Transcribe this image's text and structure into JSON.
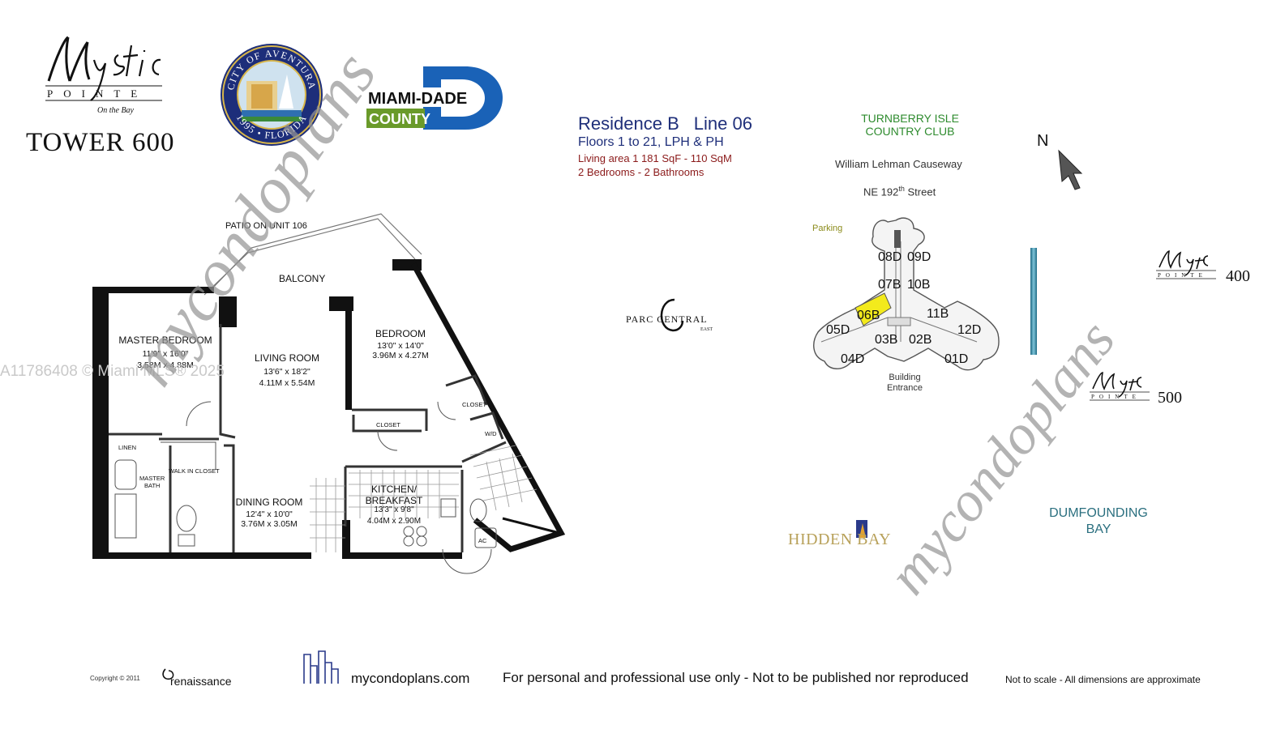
{
  "header": {
    "brand_logo": "Mystic Pointe on the Bay",
    "tower": "TOWER 600",
    "seal_top": "CITY OF AVENTURA",
    "seal_bottom": "1995 • FLORIDA",
    "county_line1": "MIAMI-DADE",
    "county_line2": "COUNTY"
  },
  "residence": {
    "title_a": "Residence B",
    "title_b": "Line 06",
    "floors": "Floors 1 to 21, LPH & PH",
    "area": "Living area  1 181 SqF - 110 SqM",
    "rooms": "2 Bedrooms - 2 Bathrooms"
  },
  "floor_plan": {
    "patio": "PATIO ON UNIT 106",
    "balcony": "BALCONY",
    "master_bedroom": {
      "name": "MASTER BEDROOM",
      "imperial": "11'9\" x 16'0\"",
      "metric": "3.58M x 4.88M"
    },
    "living_room": {
      "name": "LIVING ROOM",
      "imperial": "13'6\" x 18'2\"",
      "metric": "4.11M x 5.54M"
    },
    "bedroom": {
      "name": "BEDROOM",
      "imperial": "13'0\" x 14'0\"",
      "metric": "3.96M x 4.27M"
    },
    "dining_room": {
      "name": "DINING ROOM",
      "imperial": "12'4\" x 10'0\"",
      "metric": "3.76M x 3.05M"
    },
    "kitchen": {
      "name1": "KITCHEN/",
      "name2": "BREAKFAST",
      "imperial": "13'3\" x 9'8\"",
      "metric": "4.04M x 2.90M"
    },
    "closet": "CLOSET",
    "closet2": "CLOSET",
    "wd": "W/D",
    "linen": "LINEN",
    "walk_in": "WALK IN CLOSET",
    "master_bath1": "MASTER",
    "master_bath2": "BATH",
    "ac": "AC"
  },
  "site": {
    "club_line1": "TURNBERRY ISLE",
    "club_line2": "COUNTRY CLUB",
    "causeway": "William Lehman Causeway",
    "street_pre": "NE 192",
    "street_sup": "th",
    "street_post": " Street",
    "north": "N",
    "parking": "Parking",
    "entrance_line1": "Building",
    "entrance_line2": "Entrance",
    "bay_line1": "DUMFOUNDING",
    "bay_line2": "BAY",
    "parc_central": "PARC CENTRAL",
    "parc_east": "EAST",
    "hidden_bay": "HIDDEN BAY",
    "tower_400": "400",
    "tower_500": "500",
    "units": [
      "08D",
      "09D",
      "07B",
      "10B",
      "06B",
      "11B",
      "05D",
      "12D",
      "03B",
      "02B",
      "04D",
      "01D"
    ],
    "highlight_unit": "06B",
    "highlight_color": "#f3ea1c"
  },
  "watermarks": {
    "mls": "A11786408 © Miami MLS® 2025",
    "brand": "mycondoplans"
  },
  "footer": {
    "copyright": "Copyright  ©  2011",
    "renaissance": "renaissance",
    "site": "mycondoplans.com",
    "use": "For personal and professional use only - Not to be published nor reproduced",
    "scale": "Not to scale - All dimensions are approximate"
  }
}
